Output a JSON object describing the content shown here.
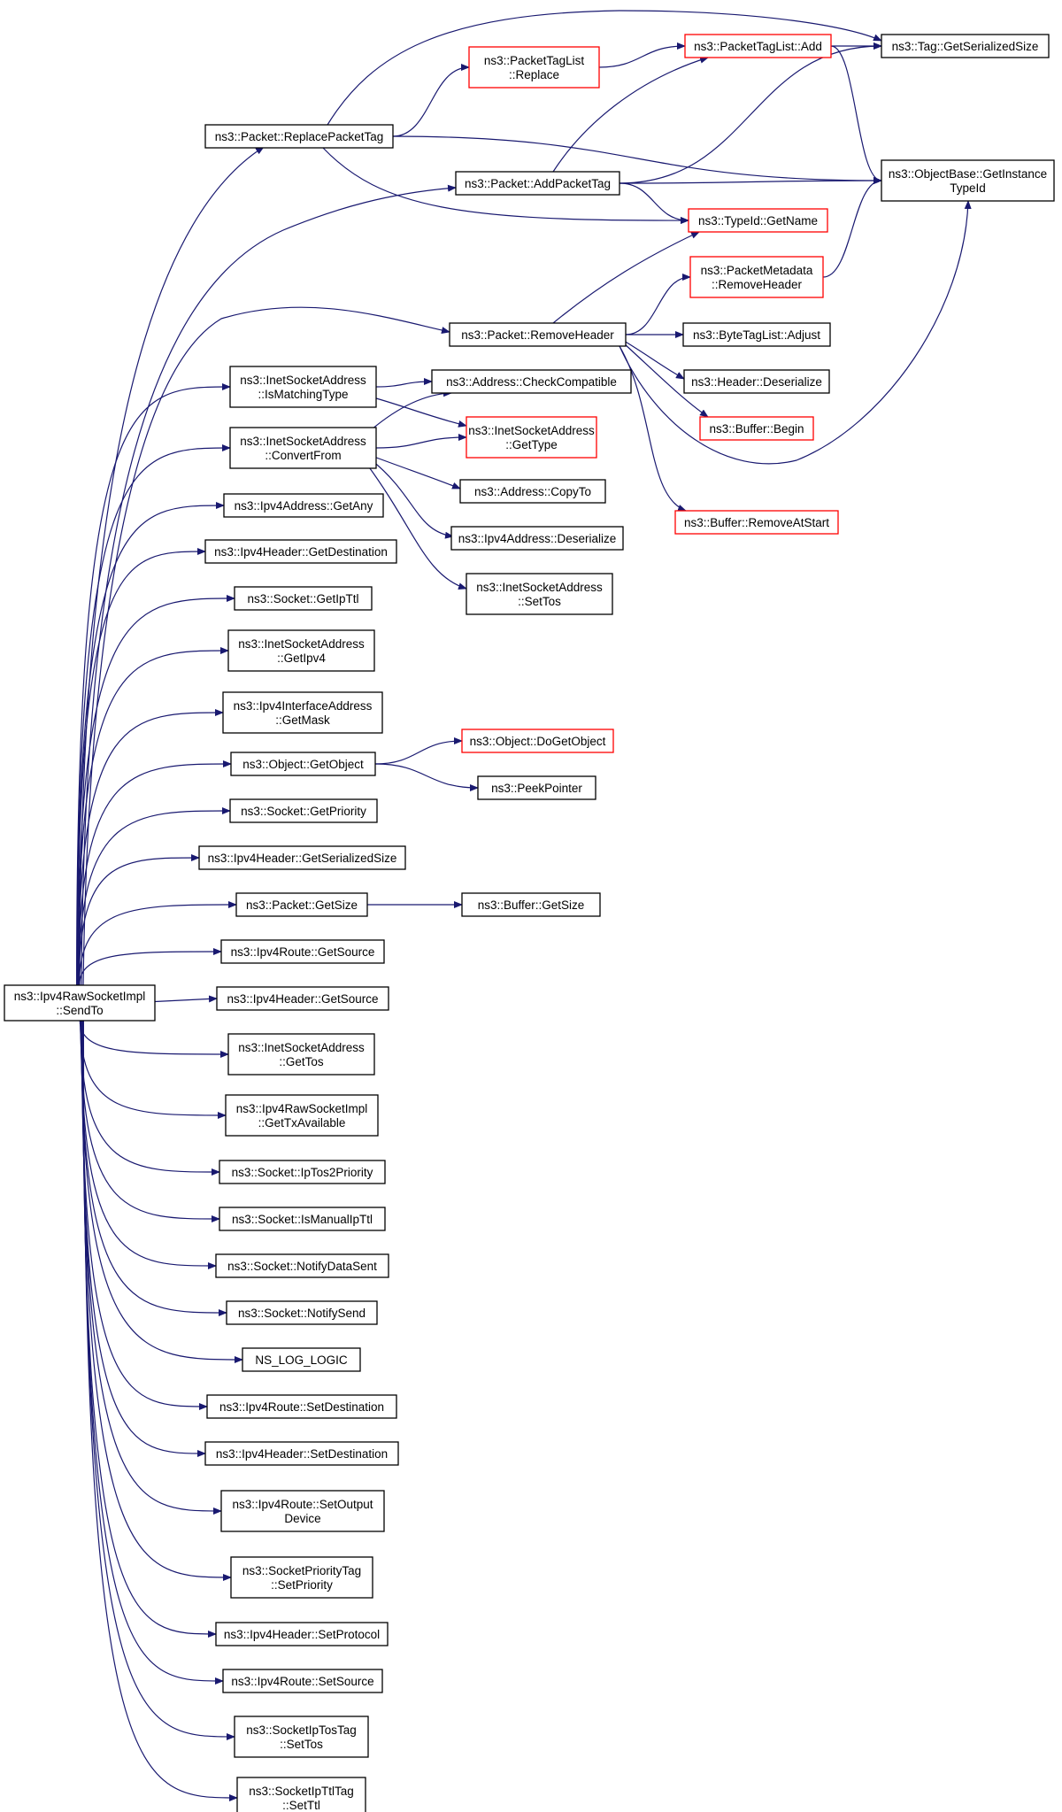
{
  "colors": {
    "edge": "#191970",
    "node_border": "#000000",
    "incomplete_border": "#ff0000",
    "root_fill": "#bfbfbf",
    "node_fill": "#ffffff"
  },
  "nodes": [
    {
      "id": "root",
      "lines": [
        "ns3::Ipv4RawSocketImpl",
        "::SendTo"
      ],
      "kind": "root"
    },
    {
      "id": "replace_tag",
      "lines": [
        "ns3::Packet::ReplacePacketTag"
      ],
      "kind": "normal"
    },
    {
      "id": "ptl_replace",
      "lines": [
        "ns3::PacketTagList",
        "::Replace"
      ],
      "kind": "incomplete"
    },
    {
      "id": "ptl_add",
      "lines": [
        "ns3::PacketTagList::Add"
      ],
      "kind": "incomplete"
    },
    {
      "id": "tag_size",
      "lines": [
        "ns3::Tag::GetSerializedSize"
      ],
      "kind": "normal"
    },
    {
      "id": "add_tag",
      "lines": [
        "ns3::Packet::AddPacketTag"
      ],
      "kind": "normal"
    },
    {
      "id": "obj_base",
      "lines": [
        "ns3::ObjectBase::GetInstance",
        "TypeId"
      ],
      "kind": "normal"
    },
    {
      "id": "typeid_name",
      "lines": [
        "ns3::TypeId::GetName"
      ],
      "kind": "incomplete"
    },
    {
      "id": "pm_remove",
      "lines": [
        "ns3::PacketMetadata",
        "::RemoveHeader"
      ],
      "kind": "incomplete"
    },
    {
      "id": "remove_header",
      "lines": [
        "ns3::Packet::RemoveHeader"
      ],
      "kind": "normal"
    },
    {
      "id": "btl_adjust",
      "lines": [
        "ns3::ByteTagList::Adjust"
      ],
      "kind": "normal"
    },
    {
      "id": "hdr_deser",
      "lines": [
        "ns3::Header::Deserialize"
      ],
      "kind": "normal"
    },
    {
      "id": "buf_begin",
      "lines": [
        "ns3::Buffer::Begin"
      ],
      "kind": "incomplete"
    },
    {
      "id": "buf_remove",
      "lines": [
        "ns3::Buffer::RemoveAtStart"
      ],
      "kind": "incomplete"
    },
    {
      "id": "isa_match",
      "lines": [
        "ns3::InetSocketAddress",
        "::IsMatchingType"
      ],
      "kind": "normal"
    },
    {
      "id": "addr_check",
      "lines": [
        "ns3::Address::CheckCompatible"
      ],
      "kind": "normal"
    },
    {
      "id": "isa_convert",
      "lines": [
        "ns3::InetSocketAddress",
        "::ConvertFrom"
      ],
      "kind": "normal"
    },
    {
      "id": "isa_type",
      "lines": [
        "ns3::InetSocketAddress",
        "::GetType"
      ],
      "kind": "incomplete"
    },
    {
      "id": "addr_copy",
      "lines": [
        "ns3::Address::CopyTo"
      ],
      "kind": "normal"
    },
    {
      "id": "ipv4_deser",
      "lines": [
        "ns3::Ipv4Address::Deserialize"
      ],
      "kind": "normal"
    },
    {
      "id": "isa_settos",
      "lines": [
        "ns3::InetSocketAddress",
        "::SetTos"
      ],
      "kind": "normal"
    },
    {
      "id": "ipv4_any",
      "lines": [
        "ns3::Ipv4Address::GetAny"
      ],
      "kind": "normal"
    },
    {
      "id": "hdr_getdest",
      "lines": [
        "ns3::Ipv4Header::GetDestination"
      ],
      "kind": "normal"
    },
    {
      "id": "sock_getipttl",
      "lines": [
        "ns3::Socket::GetIpTtl"
      ],
      "kind": "normal"
    },
    {
      "id": "isa_getipv4",
      "lines": [
        "ns3::InetSocketAddress",
        "::GetIpv4"
      ],
      "kind": "normal"
    },
    {
      "id": "iface_mask",
      "lines": [
        "ns3::Ipv4InterfaceAddress",
        "::GetMask"
      ],
      "kind": "normal"
    },
    {
      "id": "obj_getobj",
      "lines": [
        "ns3::Object::GetObject"
      ],
      "kind": "normal"
    },
    {
      "id": "obj_dogetobj",
      "lines": [
        "ns3::Object::DoGetObject"
      ],
      "kind": "incomplete"
    },
    {
      "id": "peekptr",
      "lines": [
        "ns3::PeekPointer"
      ],
      "kind": "normal"
    },
    {
      "id": "sock_getprio",
      "lines": [
        "ns3::Socket::GetPriority"
      ],
      "kind": "normal"
    },
    {
      "id": "hdr_sersize",
      "lines": [
        "ns3::Ipv4Header::GetSerializedSize"
      ],
      "kind": "normal"
    },
    {
      "id": "pkt_getsize",
      "lines": [
        "ns3::Packet::GetSize"
      ],
      "kind": "normal"
    },
    {
      "id": "buf_getsize",
      "lines": [
        "ns3::Buffer::GetSize"
      ],
      "kind": "normal"
    },
    {
      "id": "route_getsrc",
      "lines": [
        "ns3::Ipv4Route::GetSource"
      ],
      "kind": "normal"
    },
    {
      "id": "hdr_getsrc",
      "lines": [
        "ns3::Ipv4Header::GetSource"
      ],
      "kind": "normal"
    },
    {
      "id": "isa_gettos",
      "lines": [
        "ns3::InetSocketAddress",
        "::GetTos"
      ],
      "kind": "normal"
    },
    {
      "id": "raw_txavail",
      "lines": [
        "ns3::Ipv4RawSocketImpl",
        "::GetTxAvailable"
      ],
      "kind": "normal"
    },
    {
      "id": "sock_iptos2prio",
      "lines": [
        "ns3::Socket::IpTos2Priority"
      ],
      "kind": "normal"
    },
    {
      "id": "sock_manualttl",
      "lines": [
        "ns3::Socket::IsManualIpTtl"
      ],
      "kind": "normal"
    },
    {
      "id": "sock_datasent",
      "lines": [
        "ns3::Socket::NotifyDataSent"
      ],
      "kind": "normal"
    },
    {
      "id": "sock_notifysend",
      "lines": [
        "ns3::Socket::NotifySend"
      ],
      "kind": "normal"
    },
    {
      "id": "ns_log",
      "lines": [
        "NS_LOG_LOGIC"
      ],
      "kind": "normal"
    },
    {
      "id": "route_setdest",
      "lines": [
        "ns3::Ipv4Route::SetDestination"
      ],
      "kind": "normal"
    },
    {
      "id": "hdr_setdest",
      "lines": [
        "ns3::Ipv4Header::SetDestination"
      ],
      "kind": "normal"
    },
    {
      "id": "route_setout",
      "lines": [
        "ns3::Ipv4Route::SetOutput",
        "Device"
      ],
      "kind": "normal"
    },
    {
      "id": "spt_setprio",
      "lines": [
        "ns3::SocketPriorityTag",
        "::SetPriority"
      ],
      "kind": "normal"
    },
    {
      "id": "hdr_setproto",
      "lines": [
        "ns3::Ipv4Header::SetProtocol"
      ],
      "kind": "normal"
    },
    {
      "id": "route_setsrc",
      "lines": [
        "ns3::Ipv4Route::SetSource"
      ],
      "kind": "normal"
    },
    {
      "id": "tos_settos",
      "lines": [
        "ns3::SocketIpTosTag",
        "::SetTos"
      ],
      "kind": "normal"
    },
    {
      "id": "ttl_setttl",
      "lines": [
        "ns3::SocketIpTtlTag",
        "::SetTtl"
      ],
      "kind": "normal"
    }
  ],
  "edges": [
    [
      "root",
      "replace_tag"
    ],
    [
      "root",
      "add_tag"
    ],
    [
      "root",
      "remove_header"
    ],
    [
      "root",
      "isa_match"
    ],
    [
      "root",
      "isa_convert"
    ],
    [
      "root",
      "ipv4_any"
    ],
    [
      "root",
      "hdr_getdest"
    ],
    [
      "root",
      "sock_getipttl"
    ],
    [
      "root",
      "isa_getipv4"
    ],
    [
      "root",
      "iface_mask"
    ],
    [
      "root",
      "obj_getobj"
    ],
    [
      "root",
      "sock_getprio"
    ],
    [
      "root",
      "hdr_sersize"
    ],
    [
      "root",
      "pkt_getsize"
    ],
    [
      "root",
      "route_getsrc"
    ],
    [
      "root",
      "hdr_getsrc"
    ],
    [
      "root",
      "isa_gettos"
    ],
    [
      "root",
      "raw_txavail"
    ],
    [
      "root",
      "sock_iptos2prio"
    ],
    [
      "root",
      "sock_manualttl"
    ],
    [
      "root",
      "sock_datasent"
    ],
    [
      "root",
      "sock_notifysend"
    ],
    [
      "root",
      "ns_log"
    ],
    [
      "root",
      "route_setdest"
    ],
    [
      "root",
      "hdr_setdest"
    ],
    [
      "root",
      "route_setout"
    ],
    [
      "root",
      "spt_setprio"
    ],
    [
      "root",
      "hdr_setproto"
    ],
    [
      "root",
      "route_setsrc"
    ],
    [
      "root",
      "tos_settos"
    ],
    [
      "root",
      "ttl_setttl"
    ],
    [
      "replace_tag",
      "tag_size"
    ],
    [
      "replace_tag",
      "ptl_replace"
    ],
    [
      "replace_tag",
      "obj_base"
    ],
    [
      "replace_tag",
      "typeid_name"
    ],
    [
      "ptl_replace",
      "ptl_add"
    ],
    [
      "ptl_add",
      "tag_size"
    ],
    [
      "ptl_add",
      "obj_base"
    ],
    [
      "add_tag",
      "ptl_add"
    ],
    [
      "add_tag",
      "tag_size"
    ],
    [
      "add_tag",
      "obj_base"
    ],
    [
      "add_tag",
      "typeid_name"
    ],
    [
      "pm_remove",
      "obj_base"
    ],
    [
      "remove_header",
      "typeid_name"
    ],
    [
      "remove_header",
      "pm_remove"
    ],
    [
      "remove_header",
      "btl_adjust"
    ],
    [
      "remove_header",
      "hdr_deser"
    ],
    [
      "remove_header",
      "buf_begin"
    ],
    [
      "remove_header",
      "obj_base"
    ],
    [
      "remove_header",
      "buf_remove"
    ],
    [
      "isa_match",
      "addr_check"
    ],
    [
      "isa_match",
      "isa_type"
    ],
    [
      "isa_convert",
      "addr_check"
    ],
    [
      "isa_convert",
      "isa_type"
    ],
    [
      "isa_convert",
      "addr_copy"
    ],
    [
      "isa_convert",
      "ipv4_deser"
    ],
    [
      "isa_convert",
      "isa_settos"
    ],
    [
      "obj_getobj",
      "obj_dogetobj"
    ],
    [
      "obj_getobj",
      "peekptr"
    ],
    [
      "pkt_getsize",
      "buf_getsize"
    ]
  ]
}
